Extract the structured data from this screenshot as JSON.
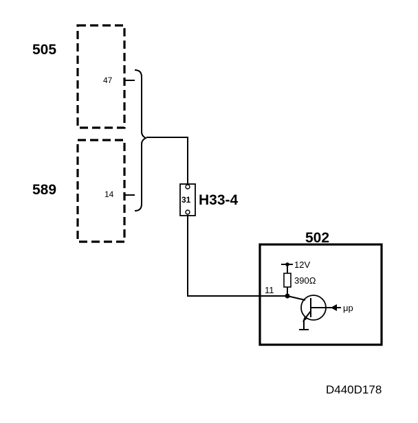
{
  "diagram": {
    "module_505": {
      "label": "505",
      "pin": "47"
    },
    "module_589": {
      "label": "589",
      "pin": "14"
    },
    "connector": {
      "label": "H33-4",
      "pin": "31"
    },
    "module_502": {
      "label": "502",
      "pin": "11",
      "supply": "12V",
      "resistor": "390Ω",
      "input": "μp"
    },
    "code": "D440D178"
  }
}
